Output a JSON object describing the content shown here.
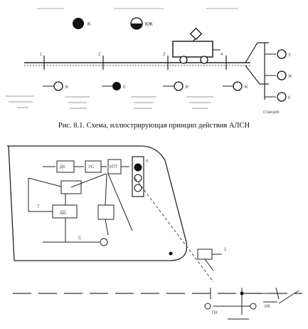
{
  "figure": {
    "caption": "Рис. 8.1. Схема, иллюстрирующая принцип действия АЛСН"
  },
  "top_scheme": {
    "legend": [
      {
        "symbol": "filled",
        "label": "К"
      },
      {
        "symbol": "half",
        "label": "КЖ"
      }
    ],
    "points": [
      {
        "label": "1"
      },
      {
        "label": "2"
      },
      {
        "label": "3"
      },
      {
        "label": "4"
      }
    ],
    "lamp_labels": [
      "Ж",
      "К",
      "Ж",
      "Ж"
    ],
    "lamp_states": [
      "open",
      "filled",
      "open",
      "open"
    ],
    "signal_heads": [
      "З",
      "Ж",
      "К"
    ],
    "station_label": "станция"
  },
  "bottom_scheme": {
    "labels": {
      "sensor": "ДК",
      "amp": "УС",
      "box": "КПТ",
      "rel": "ДД",
      "lamp_k": "К",
      "line_t": "Т",
      "line_c": "С",
      "note": "1",
      "coil_left": "ПК",
      "coil_right": "ИК"
    }
  },
  "colors": {
    "ink": "#222222",
    "faint": "#777777",
    "background": "#ffffff"
  }
}
